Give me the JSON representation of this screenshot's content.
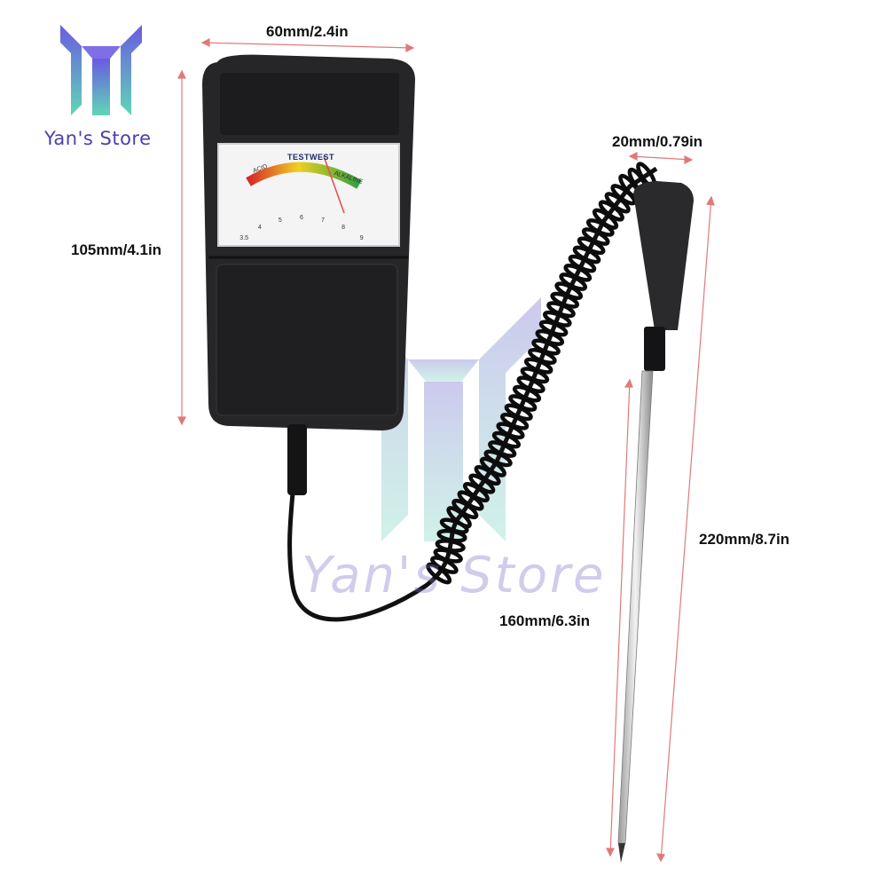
{
  "brand": {
    "logo_text": "Yan's Store",
    "watermark_text": "Yan's Store"
  },
  "dimensions": {
    "width": "60mm/2.4in",
    "height": "105mm/4.1in",
    "probe_head": "20mm/0.79in",
    "probe_total": "220mm/8.7in",
    "probe_rod": "160mm/6.3in"
  },
  "meter": {
    "brand_label": "TESTWEST",
    "scale_left_label": "ACID",
    "scale_right_label": "ALKALINE",
    "scale_ticks": [
      "3.5",
      "4",
      "5",
      "6",
      "7",
      "8",
      "9"
    ]
  },
  "colors": {
    "dimension_line": "#e07a7a",
    "meter_body": "#262628",
    "brand_accent": "#4a3fb0"
  }
}
